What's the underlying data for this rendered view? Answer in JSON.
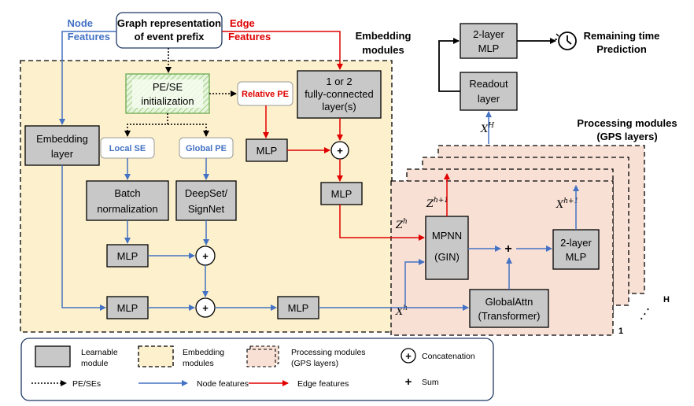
{
  "colors": {
    "blue": "#4472c4",
    "red": "#e00000",
    "learnable_fill": "#c8c8c8",
    "embedding_fill": "#fdf1cd",
    "processing_fill": "#f8e0d5",
    "pe_fill": "#e7f5dd"
  },
  "labels": {
    "node_features_1": "Node",
    "node_features_2": "Features",
    "edge_features_1": "Edge",
    "edge_features_2": "Features",
    "graph_rep_1": "Graph representation",
    "graph_rep_2": "of event prefix",
    "embedding_modules_1": "Embedding",
    "embedding_modules_2": "modules",
    "pe_se_1": "PE/SE",
    "pe_se_2": "initialization",
    "relative_pe": "Relative PE",
    "fc_1": "1 or 2",
    "fc_2": "fully-connected",
    "fc_3": "layer(s)",
    "embedding_layer_1": "Embedding",
    "embedding_layer_2": "layer",
    "local_se": "Local SE",
    "global_pe": "Global PE",
    "mlp": "MLP",
    "batch_norm_1": "Batch",
    "batch_norm_2": "normalization",
    "deepset_1": "DeepSet/",
    "deepset_2": "SignNet",
    "mlp2_1": "2-layer",
    "mlp2_2": "MLP",
    "readout_1": "Readout",
    "readout_2": "layer",
    "remaining_1": "Remaining time",
    "remaining_2": "Prediction",
    "processing_1": "Processing modules",
    "processing_2": "(GPS layers)",
    "mpnn_1": "MPNN",
    "mpnn_2": "(GIN)",
    "globalattn_1": "GlobalAttn",
    "globalattn_2": "(Transformer)",
    "layer_h": "H",
    "layer_1": "1",
    "dots": ". . .",
    "plus": "+"
  },
  "math": {
    "XH": "X",
    "XH_sup": "H",
    "Xh1": "X",
    "Xh1_sup": "h+1",
    "Zh1": "Z",
    "Zh1_sup": "h+1",
    "Zh": "Z",
    "Zh_sup": "h",
    "Xh": "X",
    "Xh_sup": "h"
  },
  "legend": {
    "learnable_1": "Learnable",
    "learnable_2": "module",
    "embedding_1": "Embedding",
    "embedding_2": "modules",
    "processing_1": "Processing modules",
    "processing_2": "(GPS layers)",
    "concatenation": "Concatenation",
    "pe_ses": "PE/SEs",
    "node_features": "Node features",
    "edge_features": "Edge features",
    "sum": "Sum"
  }
}
